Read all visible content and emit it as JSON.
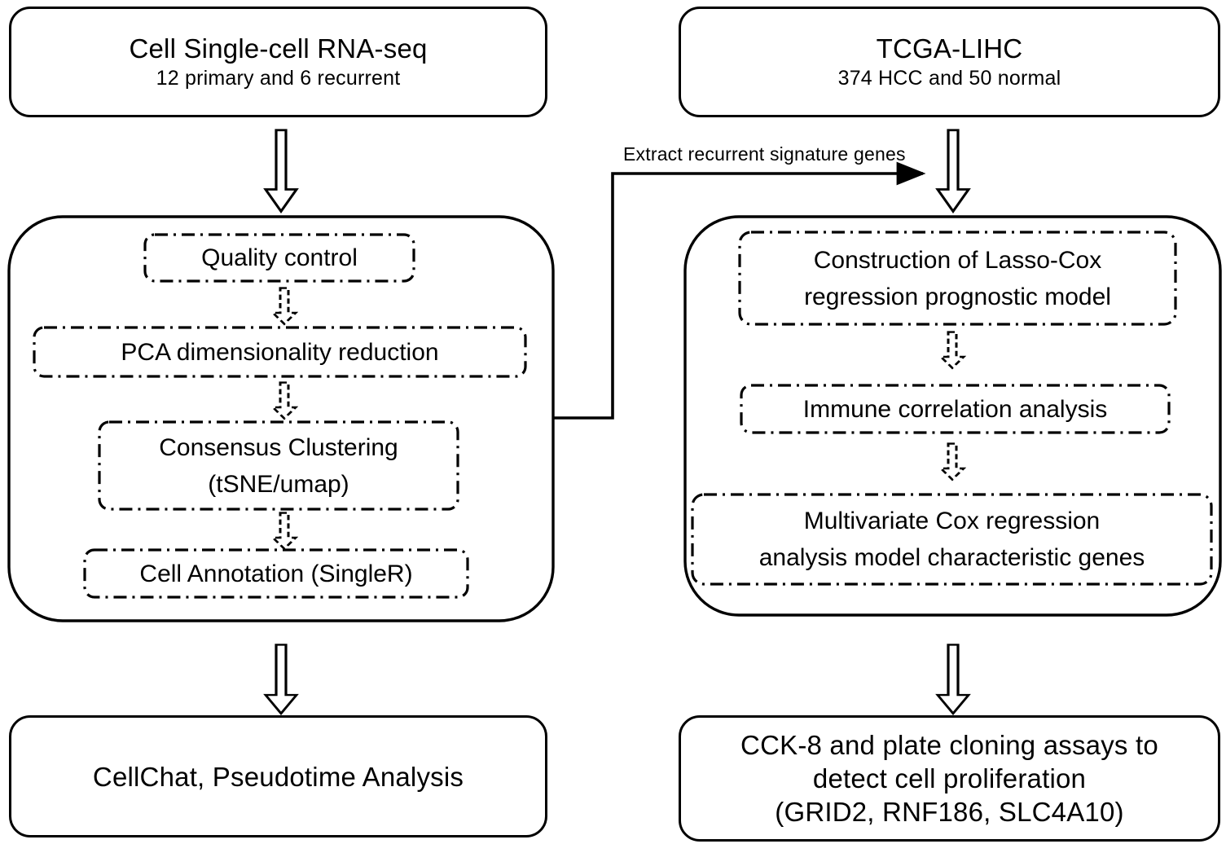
{
  "figure": {
    "type": "flowchart",
    "title": "Study workflow: single-cell RNA-seq and TCGA-LIHC prognostic modelling",
    "background_color": "#ffffff",
    "line_color": "#000000"
  },
  "top_left_box": {
    "title": "Cell Single-cell RNA-seq",
    "subtitle": "12 primary and 6 recurrent"
  },
  "top_right_box": {
    "title": "TCGA-LIHC",
    "subtitle": "374 HCC and 50 normal"
  },
  "connector": {
    "label": "Extract recurrent signature genes",
    "from": "single-cell-panel",
    "to": "tcga-panel"
  },
  "left_panel": {
    "steps": [
      {
        "label": "Quality control"
      },
      {
        "label": "PCA dimensionality reduction"
      },
      {
        "label": "Consensus Clustering",
        "label2": "(tSNE/umap)"
      },
      {
        "label": "Cell Annotation (SingleR)"
      }
    ]
  },
  "right_panel": {
    "steps": [
      {
        "label": "Construction of Lasso-Cox",
        "label2": "regression prognostic model"
      },
      {
        "label": "Immune correlation analysis"
      },
      {
        "label": "Multivariate Cox regression",
        "label2": "analysis model characteristic genes"
      }
    ]
  },
  "bottom_left_box": {
    "line1": "CellChat, Pseudotime Analysis"
  },
  "bottom_right_box": {
    "line1": "CCK-8 and plate cloning assays to",
    "line2": "detect cell proliferation",
    "line3": "(GRID2, RNF186, SLC4A10)"
  },
  "icons": {
    "block_arrow_down": "block-arrow-down-icon",
    "block_arrow_down_dashed": "block-arrow-down-dashed-icon",
    "line_arrow_right": "line-arrow-right-icon"
  }
}
